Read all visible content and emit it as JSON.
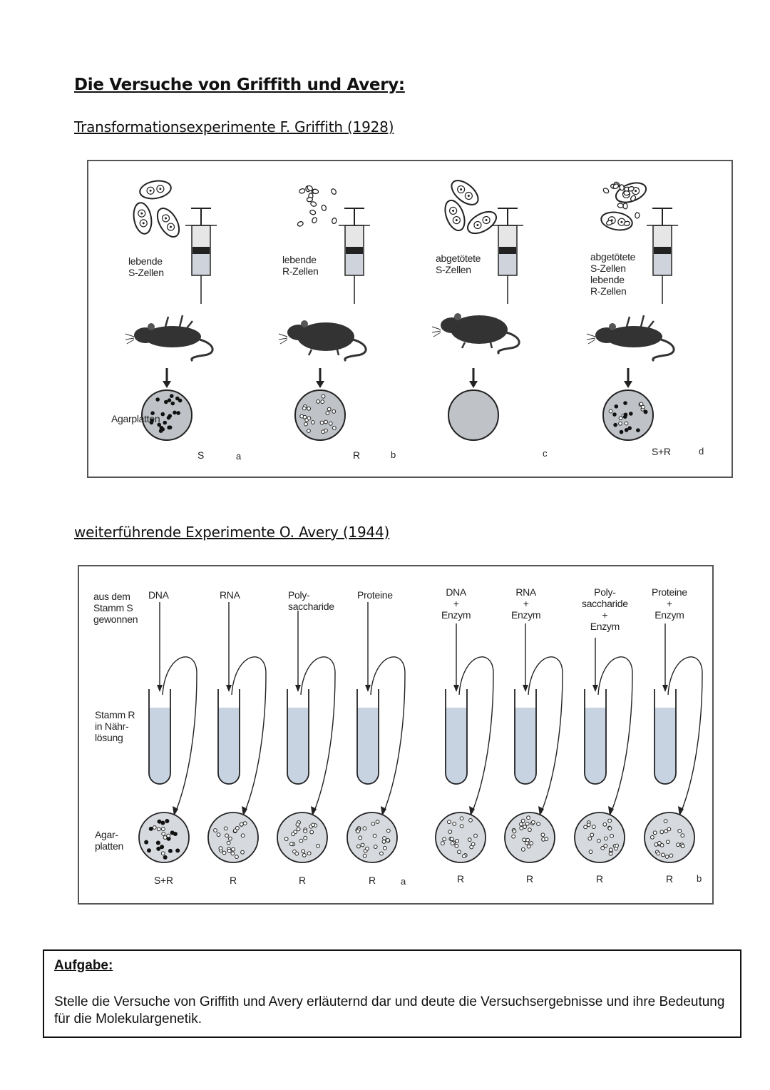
{
  "title": "Die Versuche von Griffith und Avery:",
  "section1": {
    "heading": "Transformationsexperimente F. Griffith (1928)",
    "experiments": [
      {
        "label": "lebende\nS-Zellen",
        "plate": "S",
        "letter": "a"
      },
      {
        "label": "lebende\nR-Zellen",
        "plate": "R",
        "letter": "b"
      },
      {
        "label": "abgetötete\nS-Zellen",
        "plate": "",
        "letter": "c"
      },
      {
        "label": "abgetötete\nS-Zellen\nlebende\nR-Zellen",
        "plate": "S+R",
        "letter": "d"
      }
    ],
    "row_label_plates": "Agarplatten"
  },
  "section2": {
    "heading": "weiterführende Experimente O. Avery (1944)",
    "source_label": "aus dem\nStamm S\ngewonnen",
    "tube_label": "Stamm R\nin Nähr-\nlösung",
    "plate_label": "Agar-\nplatten",
    "tubes": [
      {
        "label": "DNA",
        "result": "S+R"
      },
      {
        "label": "RNA",
        "result": "R"
      },
      {
        "label": "Poly-\nsaccharide",
        "result": "R"
      },
      {
        "label": "Proteine",
        "result": "R"
      },
      {
        "label": "DNA\n+\nEnzym",
        "result": "R"
      },
      {
        "label": "RNA\n+\nEnzym",
        "result": "R"
      },
      {
        "label": "Poly-\nsaccharide\n+\nEnzym",
        "result": "R"
      },
      {
        "label": "Proteine\n+\nEnzym",
        "result": "R"
      }
    ],
    "letter_a": "a",
    "letter_b": "b"
  },
  "task": {
    "title": "Aufgabe:",
    "text": "Stelle die Versuche von Griffith und Avery erläuternd dar und deute die Versuchsergebnisse und ihre Bedeutung für die Molekulargenetik."
  }
}
